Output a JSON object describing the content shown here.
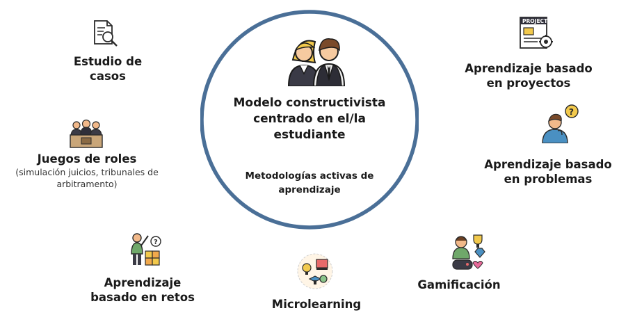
{
  "center": {
    "title_lines": [
      "Modelo constructivista",
      "centrado en el/la",
      "estudiante"
    ],
    "subtitle_lines": [
      "Metodologías activas de",
      "aprendizaje"
    ],
    "ring_color": "#4a6f97"
  },
  "methods": [
    {
      "id": "estudio-de-casos",
      "icon": "document-magnifier-icon",
      "lines": [
        "Estudio de",
        "casos"
      ]
    },
    {
      "id": "juegos-de-roles",
      "icon": "tribunal-icon",
      "lines": [
        "Juegos de roles"
      ],
      "note_lines": [
        "(simulación juicios, tribunales de",
        "arbitramento)"
      ]
    },
    {
      "id": "aprendizaje-basado-en-retos",
      "icon": "challenge-icon",
      "lines": [
        "Aprendizaje",
        "basado en retos"
      ]
    },
    {
      "id": "microlearning",
      "icon": "microlearning-icon",
      "lines": [
        "Microlearning"
      ]
    },
    {
      "id": "gamificacion",
      "icon": "gamification-icon",
      "lines": [
        "Gamificación"
      ]
    },
    {
      "id": "aprendizaje-basado-en-problemas",
      "icon": "question-person-icon",
      "lines": [
        "Aprendizaje basado",
        "en problemas"
      ]
    },
    {
      "id": "aprendizaje-basado-en-proyectos",
      "icon": "project-icon",
      "icon_text": "PROJECT",
      "lines": [
        "Aprendizaje basado",
        "en proyectos"
      ]
    }
  ]
}
